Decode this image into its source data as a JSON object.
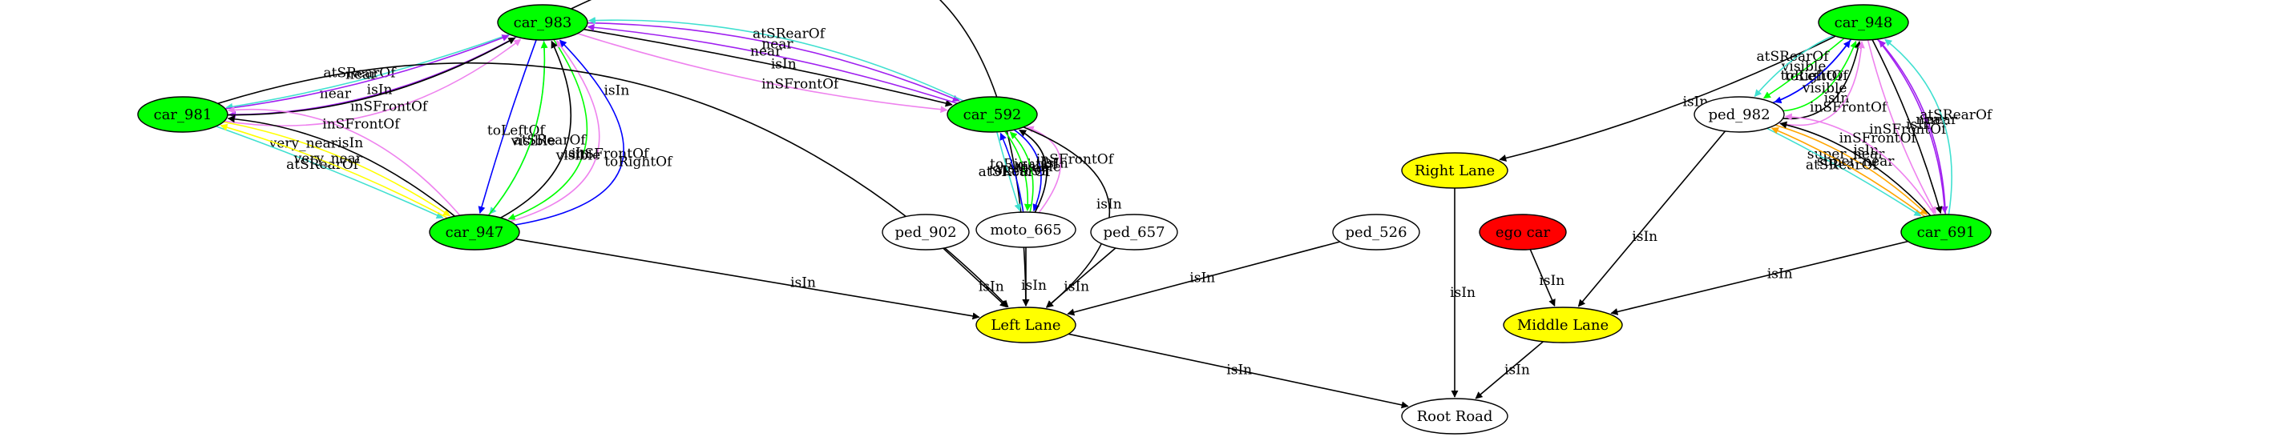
{
  "colors": {
    "green": "#00ff00",
    "yellow": "#ffff00",
    "red": "#ff0000",
    "white": "#ffffff",
    "black": "#000000",
    "purple": "#a020f0",
    "cyan": "#40e0d0",
    "violet": "#ee82ee",
    "blue": "#0000ff",
    "orange": "#ffa500",
    "gold": "#ffff00"
  },
  "nodes": [
    {
      "id": "car_983",
      "label": "car_983",
      "fill": "green"
    },
    {
      "id": "car_981",
      "label": "car_981",
      "fill": "green"
    },
    {
      "id": "car_947",
      "label": "car_947",
      "fill": "green"
    },
    {
      "id": "car_592",
      "label": "car_592",
      "fill": "green"
    },
    {
      "id": "moto_665",
      "label": "moto_665",
      "fill": "white"
    },
    {
      "id": "ped_902",
      "label": "ped_902",
      "fill": "white"
    },
    {
      "id": "ped_657",
      "label": "ped_657",
      "fill": "white"
    },
    {
      "id": "ped_526",
      "label": "ped_526",
      "fill": "white"
    },
    {
      "id": "left_lane",
      "label": "Left Lane",
      "fill": "yellow"
    },
    {
      "id": "root_road",
      "label": "Root Road",
      "fill": "white"
    },
    {
      "id": "right_lane",
      "label": "Right Lane",
      "fill": "yellow"
    },
    {
      "id": "ego_car",
      "label": "ego car",
      "fill": "red"
    },
    {
      "id": "middle_lane",
      "label": "Middle Lane",
      "fill": "yellow"
    },
    {
      "id": "car_948",
      "label": "car_948",
      "fill": "green"
    },
    {
      "id": "ped_982",
      "label": "ped_982",
      "fill": "white"
    },
    {
      "id": "car_691",
      "label": "car_691",
      "fill": "green"
    }
  ],
  "edges": [
    {
      "from": "car_983",
      "to": "car_981",
      "label": "near",
      "color": "purple"
    },
    {
      "from": "car_983",
      "to": "car_981",
      "label": "atSRearOf",
      "color": "cyan"
    },
    {
      "from": "car_981",
      "to": "car_983",
      "label": "near",
      "color": "purple"
    },
    {
      "from": "car_981",
      "to": "car_983",
      "label": "isIn",
      "color": "black"
    },
    {
      "from": "car_981",
      "to": "car_983",
      "label": "inSFrontOf",
      "color": "violet"
    },
    {
      "from": "car_983",
      "to": "left_lane",
      "label": "isIn",
      "color": "black"
    },
    {
      "from": "car_983",
      "to": "car_947",
      "label": "visible",
      "color": "green"
    },
    {
      "from": "car_983",
      "to": "car_947",
      "label": "atSRearOf",
      "color": "cyan"
    },
    {
      "from": "car_983",
      "to": "car_947",
      "label": "toLeftOf",
      "color": "blue"
    },
    {
      "from": "car_947",
      "to": "car_983",
      "label": "visible",
      "color": "green"
    },
    {
      "from": "car_947",
      "to": "car_983",
      "label": "isIn",
      "color": "black"
    },
    {
      "from": "car_947",
      "to": "car_983",
      "label": "inSFrontOf",
      "color": "violet"
    },
    {
      "from": "car_947",
      "to": "car_983",
      "label": "toRightOf",
      "color": "blue"
    },
    {
      "from": "car_983",
      "to": "car_592",
      "label": "near",
      "color": "purple"
    },
    {
      "from": "car_983",
      "to": "car_592",
      "label": "isIn",
      "color": "black"
    },
    {
      "from": "car_983",
      "to": "car_592",
      "label": "inSFrontOf",
      "color": "violet"
    },
    {
      "from": "car_592",
      "to": "car_983",
      "label": "near",
      "color": "purple"
    },
    {
      "from": "car_592",
      "to": "car_983",
      "label": "atSRearOf",
      "color": "cyan"
    },
    {
      "from": "car_981",
      "to": "car_947",
      "label": "very_near",
      "color": "gold"
    },
    {
      "from": "car_981",
      "to": "car_947",
      "label": "atSRearOf",
      "color": "cyan"
    },
    {
      "from": "car_947",
      "to": "car_981",
      "label": "very_near",
      "color": "gold"
    },
    {
      "from": "car_947",
      "to": "car_981",
      "label": "isIn",
      "color": "black"
    },
    {
      "from": "car_947",
      "to": "car_981",
      "label": "inSFrontOf",
      "color": "violet"
    },
    {
      "from": "car_981",
      "to": "left_lane",
      "label": "isIn",
      "color": "black"
    },
    {
      "from": "car_947",
      "to": "left_lane",
      "label": "isIn",
      "color": "black"
    },
    {
      "from": "car_592",
      "to": "moto_665",
      "label": "toRightOf",
      "color": "blue"
    },
    {
      "from": "car_592",
      "to": "moto_665",
      "label": "visible",
      "color": "green"
    },
    {
      "from": "car_592",
      "to": "moto_665",
      "label": "atSRearOf",
      "color": "cyan"
    },
    {
      "from": "moto_665",
      "to": "car_592",
      "label": "toLeftOf",
      "color": "blue"
    },
    {
      "from": "moto_665",
      "to": "car_592",
      "label": "visible",
      "color": "green"
    },
    {
      "from": "moto_665",
      "to": "car_592",
      "label": "isIn",
      "color": "black"
    },
    {
      "from": "moto_665",
      "to": "car_592",
      "label": "inSFrontOf",
      "color": "violet"
    },
    {
      "from": "car_592",
      "to": "left_lane",
      "label": "isIn",
      "color": "black"
    },
    {
      "from": "ped_902",
      "to": "left_lane",
      "label": "isIn",
      "color": "black"
    },
    {
      "from": "moto_665",
      "to": "left_lane",
      "label": "isIn",
      "color": "black"
    },
    {
      "from": "ped_657",
      "to": "left_lane",
      "label": "isIn",
      "color": "black"
    },
    {
      "from": "ped_526",
      "to": "left_lane",
      "label": "isIn",
      "color": "black"
    },
    {
      "from": "left_lane",
      "to": "root_road",
      "label": "isIn",
      "color": "black"
    },
    {
      "from": "car_948",
      "to": "right_lane",
      "label": "isIn",
      "color": "black"
    },
    {
      "from": "car_948",
      "to": "ped_982",
      "label": "toRightOf",
      "color": "blue"
    },
    {
      "from": "car_948",
      "to": "ped_982",
      "label": "visible",
      "color": "green"
    },
    {
      "from": "car_948",
      "to": "ped_982",
      "label": "atSRearOf",
      "color": "cyan"
    },
    {
      "from": "ped_982",
      "to": "car_948",
      "label": "toLeftOf",
      "color": "blue"
    },
    {
      "from": "ped_982",
      "to": "car_948",
      "label": "visible",
      "color": "green"
    },
    {
      "from": "ped_982",
      "to": "car_948",
      "label": "isIn",
      "color": "black"
    },
    {
      "from": "ped_982",
      "to": "car_948",
      "label": "inSFrontOf",
      "color": "violet"
    },
    {
      "from": "car_948",
      "to": "car_691",
      "label": "near",
      "color": "purple"
    },
    {
      "from": "car_948",
      "to": "car_691",
      "label": "isIn",
      "color": "black"
    },
    {
      "from": "car_948",
      "to": "car_691",
      "label": "inSFrontOf",
      "color": "violet"
    },
    {
      "from": "car_691",
      "to": "car_948",
      "label": "near",
      "color": "purple"
    },
    {
      "from": "car_691",
      "to": "car_948",
      "label": "atSRearOf",
      "color": "cyan"
    },
    {
      "from": "ped_982",
      "to": "car_691",
      "label": "super_near",
      "color": "orange"
    },
    {
      "from": "ped_982",
      "to": "car_691",
      "label": "atSRearOf",
      "color": "cyan"
    },
    {
      "from": "car_691",
      "to": "ped_982",
      "label": "super_near",
      "color": "orange"
    },
    {
      "from": "car_691",
      "to": "ped_982",
      "label": "isIn",
      "color": "black"
    },
    {
      "from": "car_691",
      "to": "ped_982",
      "label": "inSFrontOf",
      "color": "violet"
    },
    {
      "from": "ped_982",
      "to": "middle_lane",
      "label": "isIn",
      "color": "black"
    },
    {
      "from": "ego_car",
      "to": "middle_lane",
      "label": "isIn",
      "color": "black"
    },
    {
      "from": "car_691",
      "to": "middle_lane",
      "label": "isIn",
      "color": "black"
    },
    {
      "from": "right_lane",
      "to": "root_road",
      "label": "isIn",
      "color": "black"
    },
    {
      "from": "middle_lane",
      "to": "root_road",
      "label": "isIn",
      "color": "black"
    }
  ]
}
